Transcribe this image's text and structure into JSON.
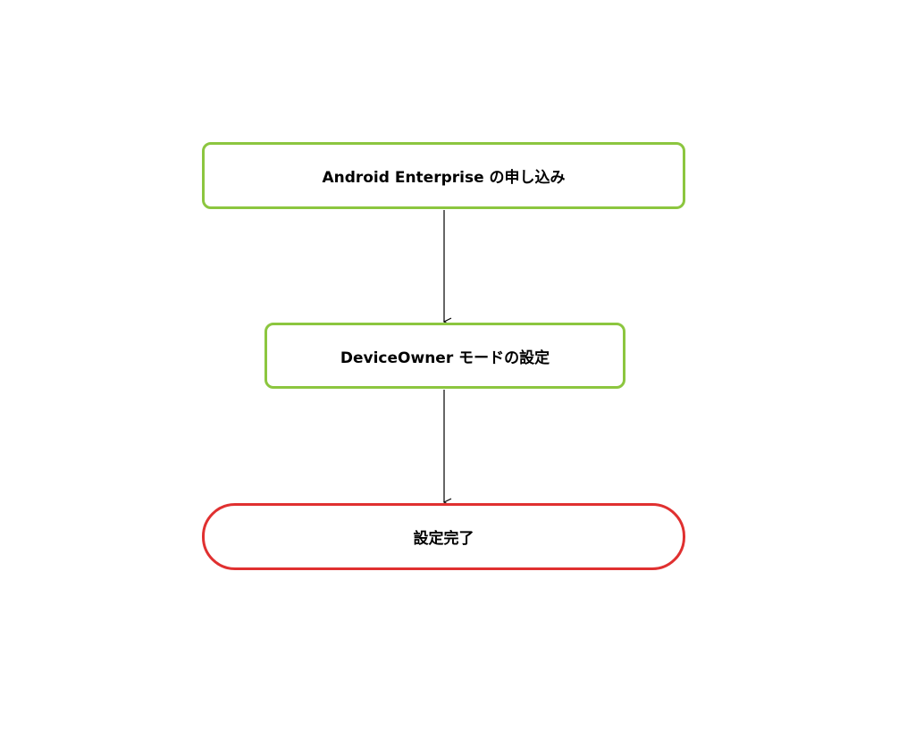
{
  "diagram": {
    "type": "flowchart",
    "nodes": [
      {
        "id": "step-1",
        "shape": "process",
        "label": "Android Enterprise の申し込み"
      },
      {
        "id": "step-2",
        "shape": "process",
        "label": "DeviceOwner モードの設定"
      },
      {
        "id": "step-3",
        "shape": "terminal",
        "label": "設定完了"
      }
    ],
    "edges": [
      {
        "from": "step-1",
        "to": "step-2"
      },
      {
        "from": "step-2",
        "to": "step-3"
      }
    ],
    "colors": {
      "process_border": "#8cc63f",
      "terminal_border": "#e03030",
      "arrow": "#000000"
    }
  }
}
